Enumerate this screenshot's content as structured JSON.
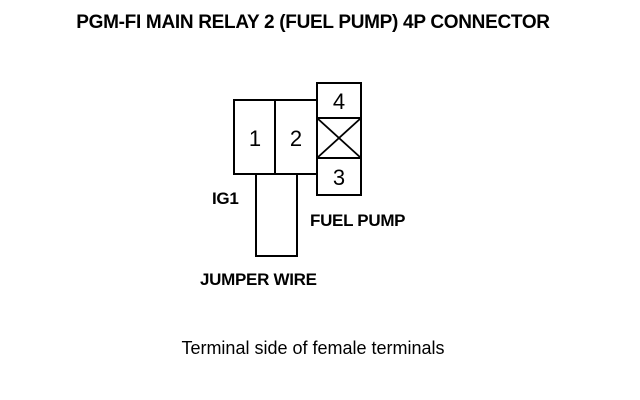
{
  "title": "PGM-FI MAIN RELAY 2 (FUEL PUMP) 4P CONNECTOR",
  "connector": {
    "terminals": [
      "1",
      "2",
      "3",
      "4"
    ],
    "empty_cavity": "X"
  },
  "labels": {
    "ig1": "IG1",
    "fuel_pump": "FUEL PUMP",
    "jumper_wire": "JUMPER WIRE"
  },
  "caption": "Terminal side of female terminals",
  "colors": {
    "line": "#000000",
    "background": "#ffffff"
  }
}
